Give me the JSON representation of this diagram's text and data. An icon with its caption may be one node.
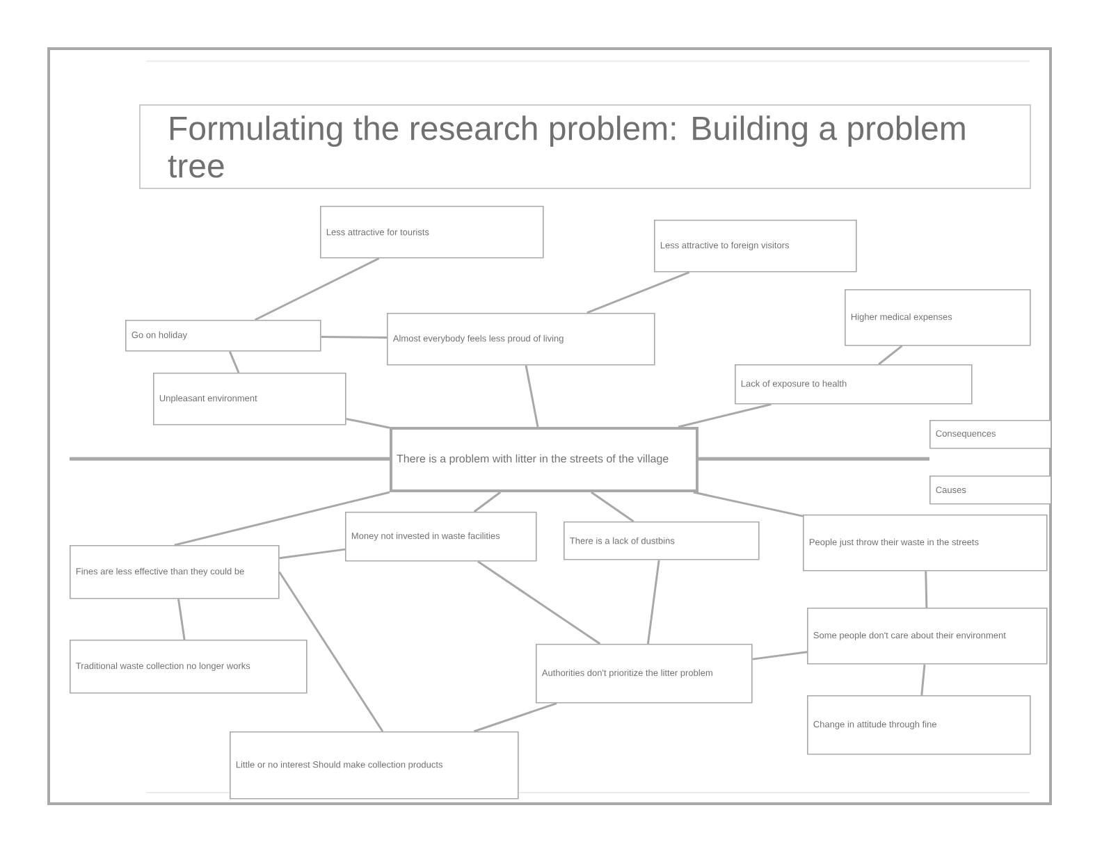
{
  "diagram": {
    "title": "Formulating the research problem: Building a problem tree",
    "nodes": [
      {
        "text": [
          "There is a problem with litter in the streets of the village"
        ]
      },
      {
        "text": [
          "Go on holiday"
        ]
      },
      {
        "text": [
          "Unpleasant environment"
        ]
      },
      {
        "text": [
          "Almost everybody feels less proud of living"
        ]
      },
      {
        "text": [
          "Less attractive for tourists"
        ]
      },
      {
        "text": [
          "Less attractive to foreign visitors"
        ]
      },
      {
        "text": [
          "Higher medical expenses"
        ]
      },
      {
        "text": [
          "Lack of exposure to health"
        ]
      },
      {
        "text": [
          "Consequences"
        ]
      },
      {
        "text": [
          "Causes"
        ]
      },
      {
        "text": [
          "Fines are less effective than they could be"
        ]
      },
      {
        "text": [
          "Traditional waste collection no longer works"
        ]
      },
      {
        "text": [
          "Little or no interest Should make collection products"
        ]
      },
      {
        "text": [
          "Money not invested in waste facilities"
        ]
      },
      {
        "text": [
          "There is a lack of dustbins"
        ]
      },
      {
        "text": [
          "Authorities don't prioritize the litter problem"
        ]
      },
      {
        "text": [
          "People just throw their waste in the streets"
        ]
      },
      {
        "text": [
          "Some people don't care about their environment"
        ]
      },
      {
        "text": [
          "Change in attitude through fine"
        ]
      }
    ],
    "edges": [
      {
        "from": 4,
        "to": 1,
        "arrow": "none"
      },
      {
        "from": 1,
        "to": 2,
        "arrow": "none"
      },
      {
        "from": 1,
        "to": 3,
        "arrow": "none"
      },
      {
        "from": 5,
        "to": 3,
        "arrow": "none"
      },
      {
        "from": 3,
        "to": 0,
        "arrow": "none"
      },
      {
        "from": 2,
        "to": 0,
        "arrow": "none"
      },
      {
        "from": 6,
        "to": 7,
        "arrow": "none"
      },
      {
        "from": 7,
        "to": 0,
        "arrow": "none"
      },
      {
        "from": 0,
        "to": 10,
        "arrow": "none"
      },
      {
        "from": 10,
        "to": 11,
        "arrow": "none"
      },
      {
        "from": 0,
        "to": 13,
        "arrow": "none"
      },
      {
        "from": 13,
        "to": 10,
        "arrow": "none"
      },
      {
        "from": 10,
        "to": 12,
        "arrow": "none"
      },
      {
        "from": 12,
        "to": 15,
        "arrow": "none"
      },
      {
        "from": 13,
        "to": 15,
        "arrow": "none"
      },
      {
        "from": 0,
        "to": 14,
        "arrow": "none"
      },
      {
        "from": 14,
        "to": 15,
        "arrow": "none"
      },
      {
        "from": 0,
        "to": 16,
        "arrow": "none"
      },
      {
        "from": 15,
        "to": 17,
        "arrow": "none"
      },
      {
        "from": 16,
        "to": 17,
        "arrow": "none"
      },
      {
        "from": 17,
        "to": 18,
        "arrow": "none"
      }
    ]
  }
}
